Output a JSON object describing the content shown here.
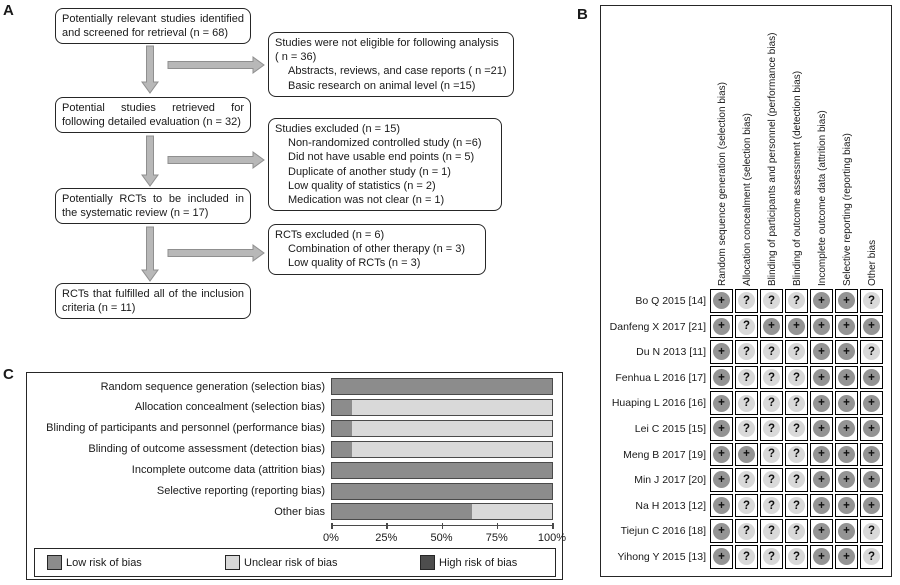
{
  "figure": {
    "panel_a_label": "A",
    "panel_b_label": "B",
    "panel_c_label": "C"
  },
  "flowchart": {
    "main_boxes": [
      "Potentially relevant studies identified and screened for retrieval (n = 68)",
      "Potential studies retrieved for following detailed evaluation (n = 32)",
      "Potentially RCTs to be included in the systematic review (n = 17)",
      "RCTs that fulfilled all of the inclusion criteria (n = 11)"
    ],
    "side_boxes": [
      {
        "lines": [
          {
            "text": "Studies were not eligible for following analysis",
            "indent": false
          },
          {
            "text": "( n = 36)",
            "indent": false
          },
          {
            "text": "Abstracts, reviews, and case reports ( n =21)",
            "indent": true
          },
          {
            "text": "Basic research on animal level (n =15)",
            "indent": true
          }
        ]
      },
      {
        "lines": [
          {
            "text": "Studies excluded (n = 15)",
            "indent": false
          },
          {
            "text": "Non-randomized controlled study (n =6)",
            "indent": true
          },
          {
            "text": "Did not have usable end points (n = 5)",
            "indent": true
          },
          {
            "text": "Duplicate of another study (n = 1)",
            "indent": true
          },
          {
            "text": "Low quality of statistics (n = 2)",
            "indent": true
          },
          {
            "text": "Medication was not clear (n = 1)",
            "indent": true
          }
        ]
      },
      {
        "lines": [
          {
            "text": "RCTs excluded (n = 6)",
            "indent": false
          },
          {
            "text": "Combination of other therapy  (n = 3)",
            "indent": true
          },
          {
            "text": "Low quality of RCTs (n = 3)",
            "indent": true
          }
        ]
      }
    ]
  },
  "rob_table": {
    "columns": [
      "Random sequence generation (selection bias)",
      "Allocation concealment (selection bias)",
      "Blinding of participants and personnel (performance bias)",
      "Blinding of outcome assessment (detection bias)",
      "Incomplete outcome data (attrition bias)",
      "Selective reporting (reporting bias)",
      "Other bias"
    ],
    "judgment_colors": {
      "+": "#949494",
      "?": "#d9d9d9"
    },
    "rows": [
      {
        "study": "Bo Q 2015 [14]",
        "judgments": [
          "+",
          "?",
          "?",
          "?",
          "+",
          "+",
          "?"
        ]
      },
      {
        "study": "Danfeng X 2017 [21]",
        "judgments": [
          "+",
          "?",
          "+",
          "+",
          "+",
          "+",
          "+"
        ]
      },
      {
        "study": "Du N 2013 [11]",
        "judgments": [
          "+",
          "?",
          "?",
          "?",
          "+",
          "+",
          "?"
        ]
      },
      {
        "study": "Fenhua L 2016 [17]",
        "judgments": [
          "+",
          "?",
          "?",
          "?",
          "+",
          "+",
          "+"
        ]
      },
      {
        "study": "Huaping L 2016 [16]",
        "judgments": [
          "+",
          "?",
          "?",
          "?",
          "+",
          "+",
          "+"
        ]
      },
      {
        "study": "Lei C 2015 [15]",
        "judgments": [
          "+",
          "?",
          "?",
          "?",
          "+",
          "+",
          "+"
        ]
      },
      {
        "study": "Meng B 2017 [19]",
        "judgments": [
          "+",
          "+",
          "?",
          "?",
          "+",
          "+",
          "+"
        ]
      },
      {
        "study": "Min J 2017 [20]",
        "judgments": [
          "+",
          "?",
          "?",
          "?",
          "+",
          "+",
          "+"
        ]
      },
      {
        "study": "Na H 2013 [12]",
        "judgments": [
          "+",
          "?",
          "?",
          "?",
          "+",
          "+",
          "+"
        ]
      },
      {
        "study": "Tiejun C 2016 [18]",
        "judgments": [
          "+",
          "?",
          "?",
          "?",
          "+",
          "+",
          "?"
        ]
      },
      {
        "study": "Yihong Y 2015 [13]",
        "judgments": [
          "+",
          "?",
          "?",
          "?",
          "+",
          "+",
          "?"
        ]
      }
    ]
  },
  "chart_data": {
    "type": "bar",
    "orientation": "horizontal",
    "stacked": true,
    "categories": [
      "Random sequence generation (selection bias)",
      "Allocation concealment (selection bias)",
      "Blinding of participants and personnel (performance bias)",
      "Blinding of outcome assessment (detection bias)",
      "Incomplete outcome data (attrition bias)",
      "Selective reporting (reporting bias)",
      "Other bias"
    ],
    "series": [
      {
        "name": "Low risk of bias",
        "color": "#8c8c8c",
        "values": [
          100,
          9.1,
          9.1,
          9.1,
          100,
          100,
          63.6
        ]
      },
      {
        "name": "Unclear risk of bias",
        "color": "#d9d9d9",
        "values": [
          0,
          90.9,
          90.9,
          90.9,
          0,
          0,
          36.4
        ]
      },
      {
        "name": "High risk of bias",
        "color": "#4d4d4d",
        "values": [
          0,
          0,
          0,
          0,
          0,
          0,
          0
        ]
      }
    ],
    "x_ticks": [
      "0%",
      "25%",
      "50%",
      "75%",
      "100%"
    ],
    "xlim": [
      0,
      100
    ],
    "grid": false,
    "legend_position": "bottom"
  }
}
